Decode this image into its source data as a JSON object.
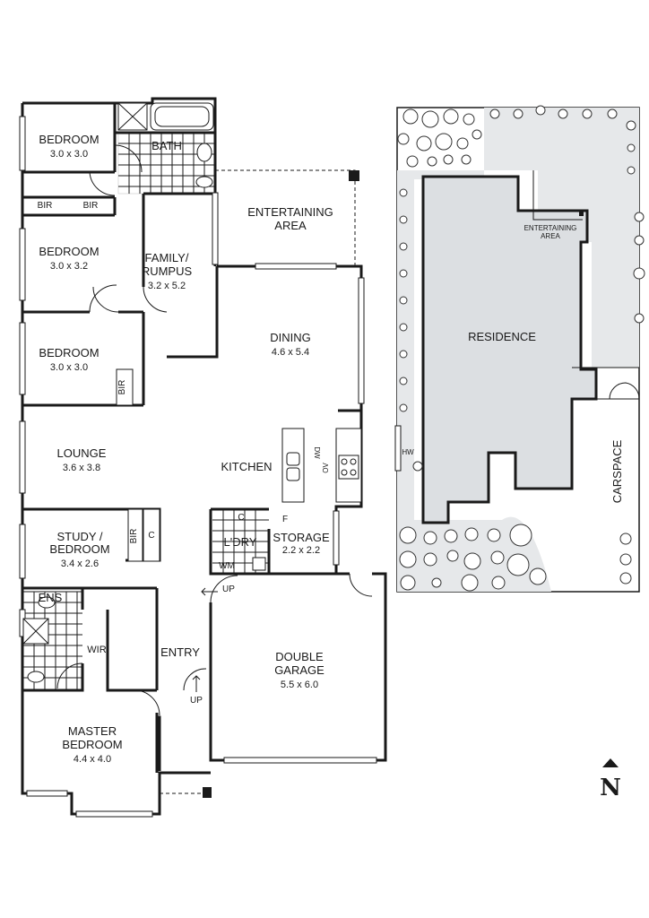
{
  "floor_plan": {
    "rooms": [
      {
        "id": "bedroom-2",
        "name": "BEDROOM",
        "size": "3.0 x 3.0"
      },
      {
        "id": "bath",
        "name": "BATH",
        "size": ""
      },
      {
        "id": "bedroom-3",
        "name": "BEDROOM",
        "size": "3.0 x 3.2"
      },
      {
        "id": "family",
        "name": "FAMILY/",
        "name2": "RUMPUS",
        "size": "3.2 x 5.2"
      },
      {
        "id": "entertaining",
        "name": "ENTERTAINING",
        "name2": "AREA",
        "size": ""
      },
      {
        "id": "bedroom-4",
        "name": "BEDROOM",
        "size": "3.0 x 3.0"
      },
      {
        "id": "dining",
        "name": "DINING",
        "size": "4.6 x 5.4"
      },
      {
        "id": "lounge",
        "name": "LOUNGE",
        "size": "3.6 x 3.8"
      },
      {
        "id": "kitchen",
        "name": "KITCHEN",
        "size": ""
      },
      {
        "id": "study",
        "name": "STUDY /",
        "name2": "BEDROOM",
        "size": "3.4 x 2.6"
      },
      {
        "id": "laundry",
        "name": "L'DRY",
        "size": ""
      },
      {
        "id": "storage",
        "name": "STORAGE",
        "size": "2.2 x 2.2"
      },
      {
        "id": "ensuite",
        "name": "ENS",
        "size": ""
      },
      {
        "id": "wir",
        "name": "WIR",
        "size": ""
      },
      {
        "id": "entry",
        "name": "ENTRY",
        "size": ""
      },
      {
        "id": "garage",
        "name": "DOUBLE",
        "name2": "GARAGE",
        "size": "5.5 x 6.0"
      },
      {
        "id": "master",
        "name": "MASTER",
        "name2": "BEDROOM",
        "size": "4.4 x 4.0"
      }
    ],
    "labels": {
      "bir1": "BIR",
      "bir2": "BIR",
      "bir3": "BIR",
      "bir4": "BIR",
      "c1": "C",
      "c2": "C",
      "f": "F",
      "wm": "WM",
      "dw": "DW",
      "ov": "OV",
      "up1": "UP",
      "up2": "UP"
    }
  },
  "site_plan": {
    "residence": "RESIDENCE",
    "entertaining": "ENTERTAINING",
    "entertaining2": "AREA",
    "carspace": "CARSPACE",
    "hw": "HW"
  },
  "north_arrow": "N"
}
